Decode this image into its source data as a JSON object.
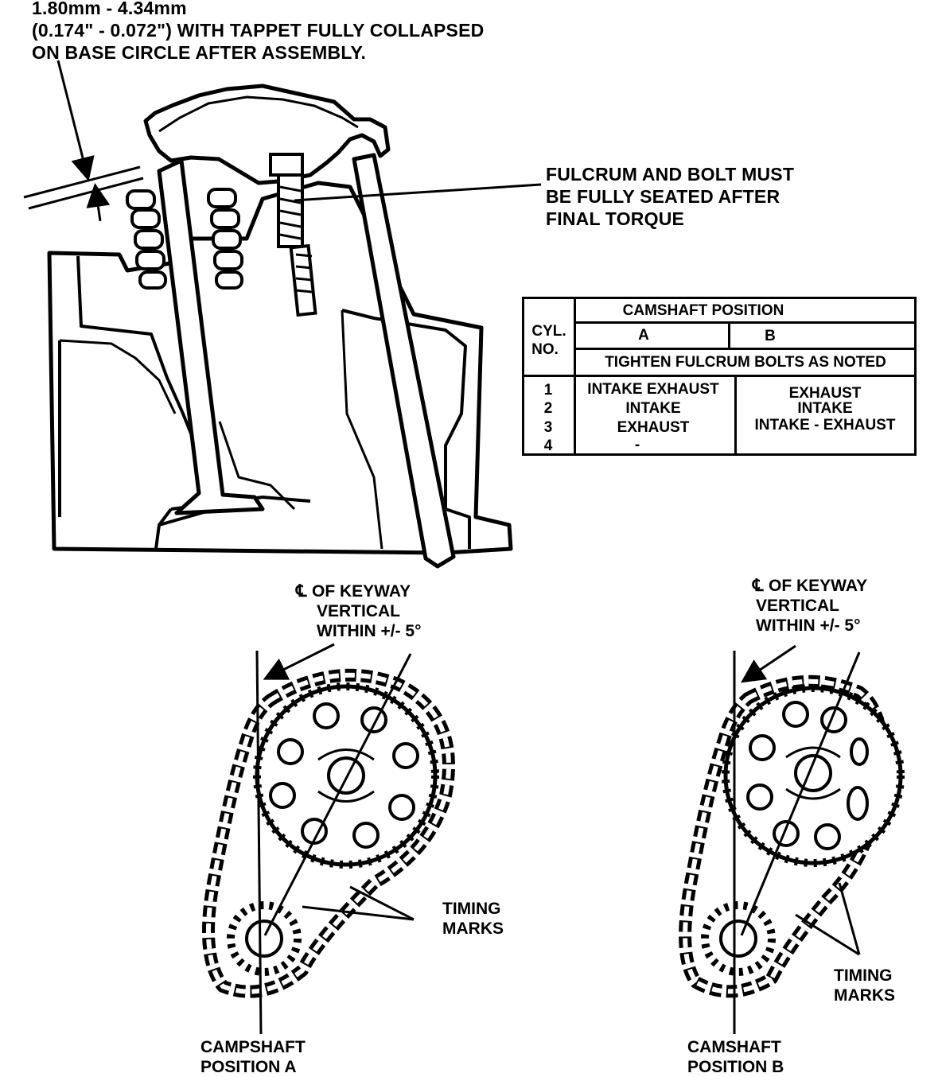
{
  "clearance_note": {
    "line1": "1.80mm - 4.34mm",
    "line2": "(0.174\" - 0.072\") WITH TAPPET FULLY COLLAPSED",
    "line3": "ON BASE CIRCLE AFTER ASSEMBLY."
  },
  "fulcrum_note": {
    "line1": "FULCRUM AND BOLT MUST",
    "line2": "BE FULLY SEATED AFTER",
    "line3": "FINAL TORQUE"
  },
  "table": {
    "cyl_header_1": "CYL.",
    "cyl_header_2": "NO.",
    "camshaft_position_header": "CAMSHAFT POSITION",
    "col_a": "A",
    "col_b": "B",
    "instruction": "TIGHTEN FULCRUM BOLTS AS NOTED",
    "rows": [
      {
        "cyl": "1",
        "a": "INTAKE EXHAUST",
        "b": "EXHAUST"
      },
      {
        "cyl": "2",
        "a": "INTAKE",
        "b": "INTAKE"
      },
      {
        "cyl": "3",
        "a": "EXHAUST",
        "b": "INTAKE - EXHAUST"
      },
      {
        "cyl": "4",
        "a": "-",
        "b": ""
      }
    ]
  },
  "keyway_note_left": {
    "line1": "OF KEYWAY",
    "line2": "VERTICAL",
    "line3": "WITHIN  +/- 5°"
  },
  "keyway_note_right": {
    "line1": "OF KEYWAY",
    "line2": "VERTICAL",
    "line3": "WITHIN  +/- 5°"
  },
  "timing_marks_left": {
    "line1": "TIMING",
    "line2": "MARKS"
  },
  "timing_marks_right": {
    "line1": "TIMING",
    "line2": "MARKS"
  },
  "caption_left": {
    "line1": "CAMPSHAFT",
    "line2": "POSITION A"
  },
  "caption_right": {
    "line1": "CAMSHAFT",
    "line2": "POSITION B"
  }
}
